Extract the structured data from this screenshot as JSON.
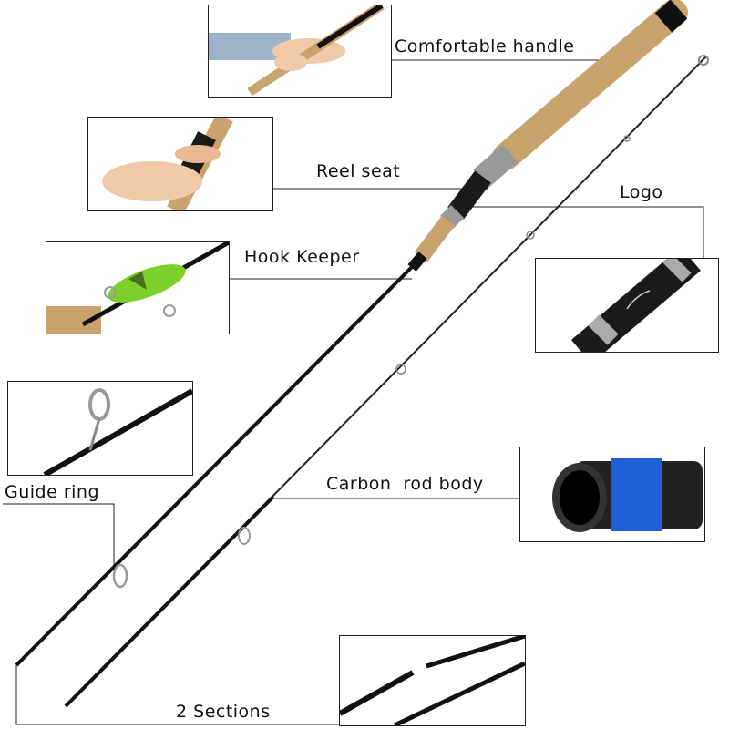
{
  "labels": {
    "handle": "Comfortable handle",
    "reel_seat": "Reel seat",
    "logo": "Logo",
    "hook_keeper": "Hook Keeper",
    "guide_ring": "Guide ring",
    "carbon_body": "Carbon  rod body",
    "sections": "2 Sections"
  },
  "colors": {
    "cork": "#c9a36e",
    "blank": "#1a1a1a",
    "accent_blue": "#1e5fd6",
    "lure_green": "#7bd12a"
  }
}
